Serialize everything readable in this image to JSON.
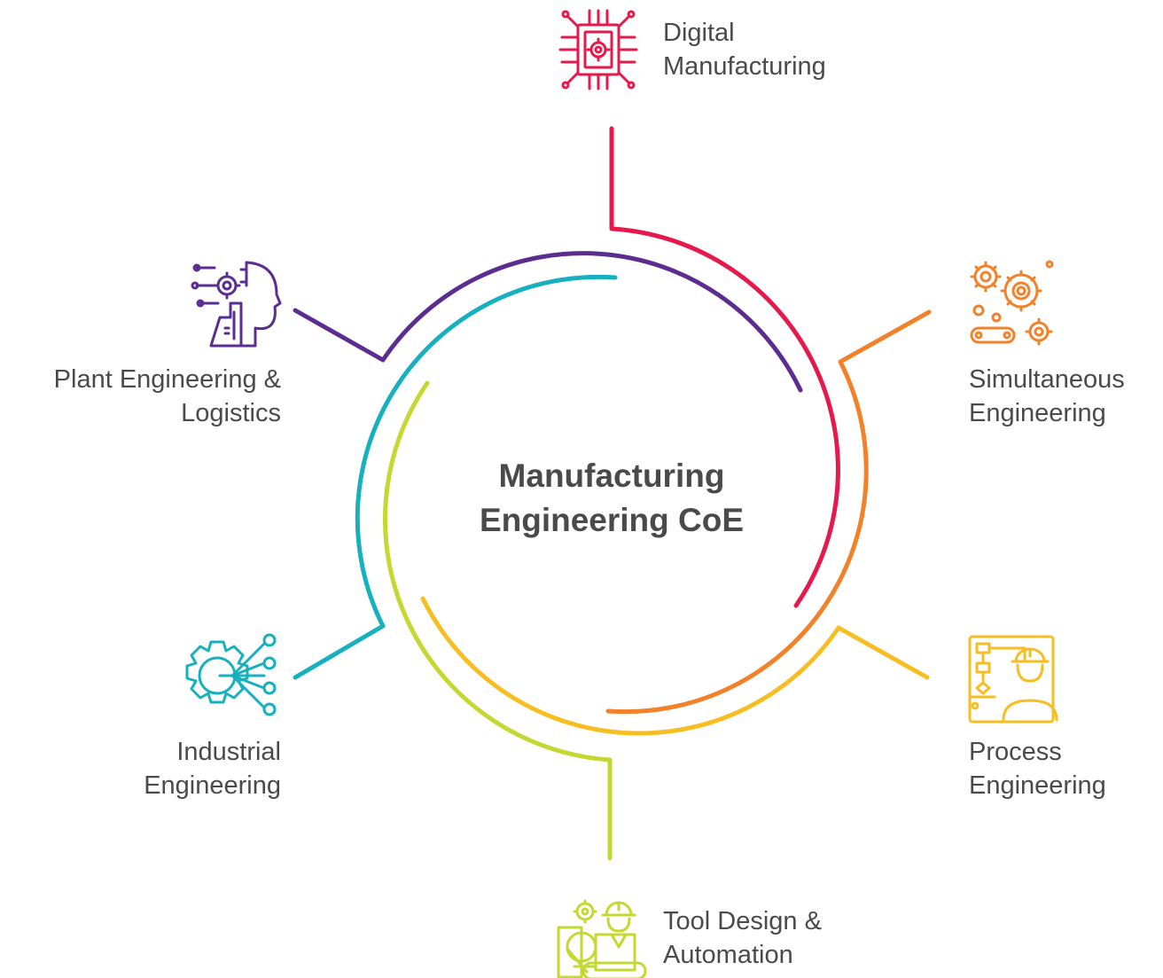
{
  "title": {
    "line1": "Manufacturing",
    "line2": "Engineering CoE"
  },
  "nodes": [
    {
      "id": "digital",
      "line1": "Digital",
      "line2": "Manufacturing",
      "icon": "circuit-chip-gear-icon",
      "color": "#e5194b"
    },
    {
      "id": "simultaneous",
      "line1": "Simultaneous",
      "line2": "Engineering",
      "icon": "gears-conveyor-icon",
      "color": "#f2812a"
    },
    {
      "id": "process",
      "line1": "Process",
      "line2": "Engineering",
      "icon": "engineer-flowchart-icon",
      "color": "#f6be22"
    },
    {
      "id": "tool",
      "line1": "Tool Design &",
      "line2": "Automation",
      "icon": "designer-tools-icon",
      "color": "#c5d731"
    },
    {
      "id": "industrial",
      "line1": "Industrial",
      "line2": "Engineering",
      "icon": "gear-network-icon",
      "color": "#16b0bf"
    },
    {
      "id": "plant",
      "line1": "Plant Engineering &",
      "line2": "Logistics",
      "icon": "ai-head-factory-icon",
      "color": "#5b2d90"
    }
  ]
}
